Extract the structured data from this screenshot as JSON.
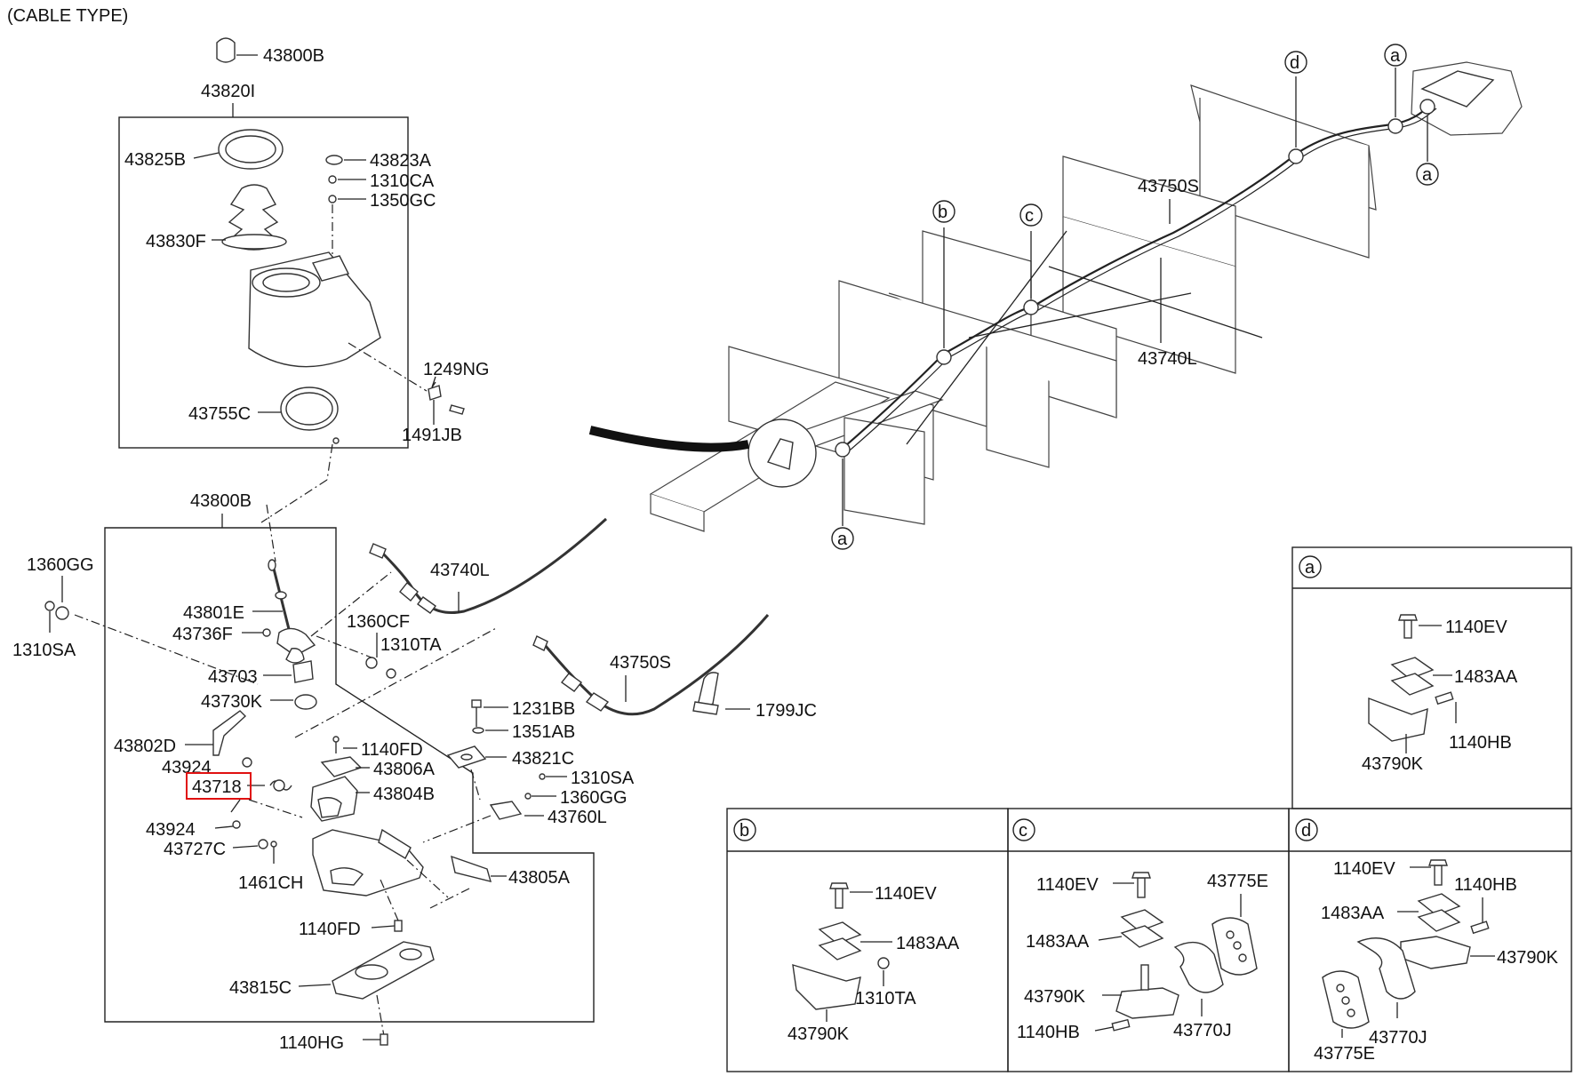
{
  "header": "(CABLE TYPE)",
  "labels": {
    "p43800B_top": "43800B",
    "p43820I": "43820I",
    "p43825B": "43825B",
    "p43823A": "43823A",
    "p1310CA": "1310CA",
    "p1350GC": "1350GC",
    "p43830F": "43830F",
    "p1249NG": "1249NG",
    "p43755C": "43755C",
    "p1491JB": "1491JB",
    "p43800B_mid": "43800B",
    "p1360GG_left": "1360GG",
    "p1310SA_left": "1310SA",
    "p43801E": "43801E",
    "p43736F": "43736F",
    "p1360CF": "1360CF",
    "p1310TA": "1310TA",
    "p43703": "43703",
    "p43730K": "43730K",
    "p43740L_cable": "43740L",
    "p43750S_cable": "43750S",
    "p1799JC": "1799JC",
    "p1231BB": "1231BB",
    "p1351AB": "1351AB",
    "p43802D": "43802D",
    "p1140FD_top": "1140FD",
    "p43806A": "43806A",
    "p43821C": "43821C",
    "p43924_top": "43924",
    "p43718": "43718",
    "p43804B": "43804B",
    "p1310SA_right": "1310SA",
    "p1360GG_right": "1360GG",
    "p43760L": "43760L",
    "p43924_bot": "43924",
    "p43727C": "43727C",
    "p1461CH": "1461CH",
    "p43805A": "43805A",
    "p1140FD_bot": "1140FD",
    "p43815C": "43815C",
    "p1140HG": "1140HG",
    "p43750S_frame": "43750S",
    "p43740L_frame": "43740L"
  },
  "callouts": {
    "a": "a",
    "b": "b",
    "c": "c",
    "d": "d"
  },
  "detail_a": {
    "letter": "a",
    "l1": "1140EV",
    "l2": "1483AA",
    "l3": "1140HB",
    "l4": "43790K"
  },
  "detail_b": {
    "letter": "b",
    "l1": "1140EV",
    "l2": "1483AA",
    "l3": "1310TA",
    "l4": "43790K"
  },
  "detail_c": {
    "letter": "c",
    "l1": "1140EV",
    "l2": "43775E",
    "l3": "1483AA",
    "l4": "43790K",
    "l5": "1140HB",
    "l6": "43770J"
  },
  "detail_d": {
    "letter": "d",
    "l1": "1140EV",
    "l2": "1140HB",
    "l3": "1483AA",
    "l4": "43790K",
    "l5": "43770J",
    "l6": "43775E"
  },
  "highlight_part": "43718",
  "colors": {
    "highlight": "#e01010",
    "line": "#222222"
  }
}
